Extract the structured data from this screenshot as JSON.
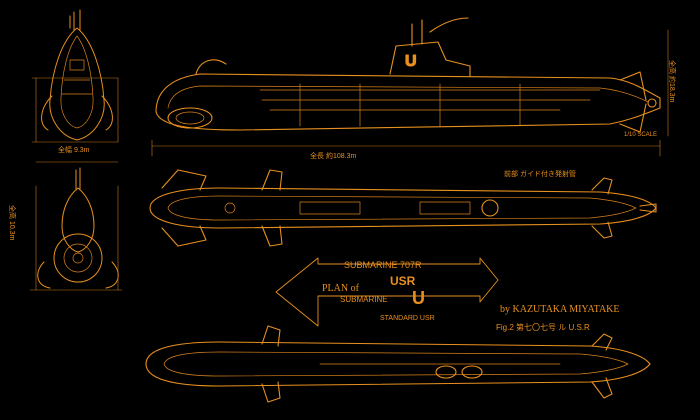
{
  "title_block": {
    "line1": "SUBMARINE 707R",
    "line2": "USR",
    "line3": "PLAN of",
    "line4": "SUBMARINE",
    "line5": "U",
    "line6": "STANDARD USR",
    "author": "by KAZUTAKA MIYATAKE",
    "fig": "Fig.2 第七〇七号 ル U.S.R"
  },
  "annotations": {
    "length_total": "全長 約108.3m",
    "width_top": "全幅 9.3m",
    "height_side": "全高 約18.3m",
    "width_front": "全高 10.3m",
    "note_top": "前部 ガイド付き発射管",
    "side_tag": "1/10 SCALE"
  }
}
